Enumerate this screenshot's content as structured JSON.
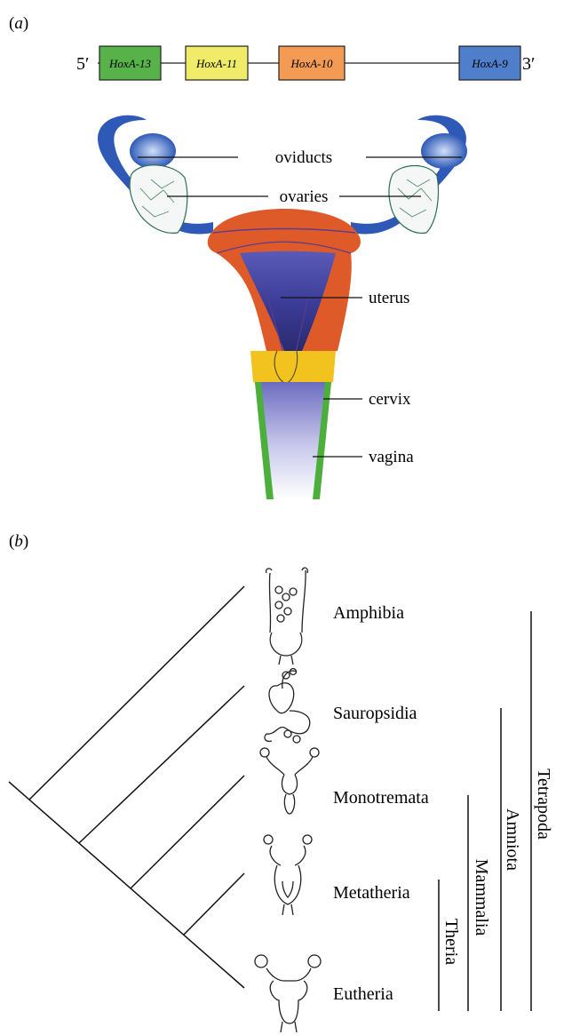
{
  "panel_a": {
    "label_open": "(",
    "label_letter": "a",
    "label_close": ")",
    "five_prime": "5′",
    "three_prime": "3′",
    "genes": [
      {
        "name": "HoxA-13",
        "color": "#58b24a"
      },
      {
        "name": "HoxA-11",
        "color": "#f0ec6a"
      },
      {
        "name": "HoxA-10",
        "color": "#f39a55"
      },
      {
        "name": "HoxA-9",
        "color": "#4f7fca"
      }
    ],
    "labels": {
      "oviducts": "oviducts",
      "ovaries": "ovaries",
      "uterus": "uterus",
      "cervix": "cervix",
      "vagina": "vagina"
    },
    "colors": {
      "oviduct_blue": "#2f59b7",
      "uterus_orange": "#de5a28",
      "cervix_yellow": "#f2c21e",
      "vagina_green": "#4caf3b",
      "lumen_purple": "#4b4aa6"
    }
  },
  "panel_b": {
    "label_open": "(",
    "label_letter": "b",
    "label_close": ")",
    "taxa": [
      "Amphibia",
      "Sauropsidia",
      "Monotremata",
      "Metatheria",
      "Eutheria"
    ],
    "clades": [
      "Theria",
      "Mammalia",
      "Amniota",
      "Tetrapoda"
    ]
  }
}
